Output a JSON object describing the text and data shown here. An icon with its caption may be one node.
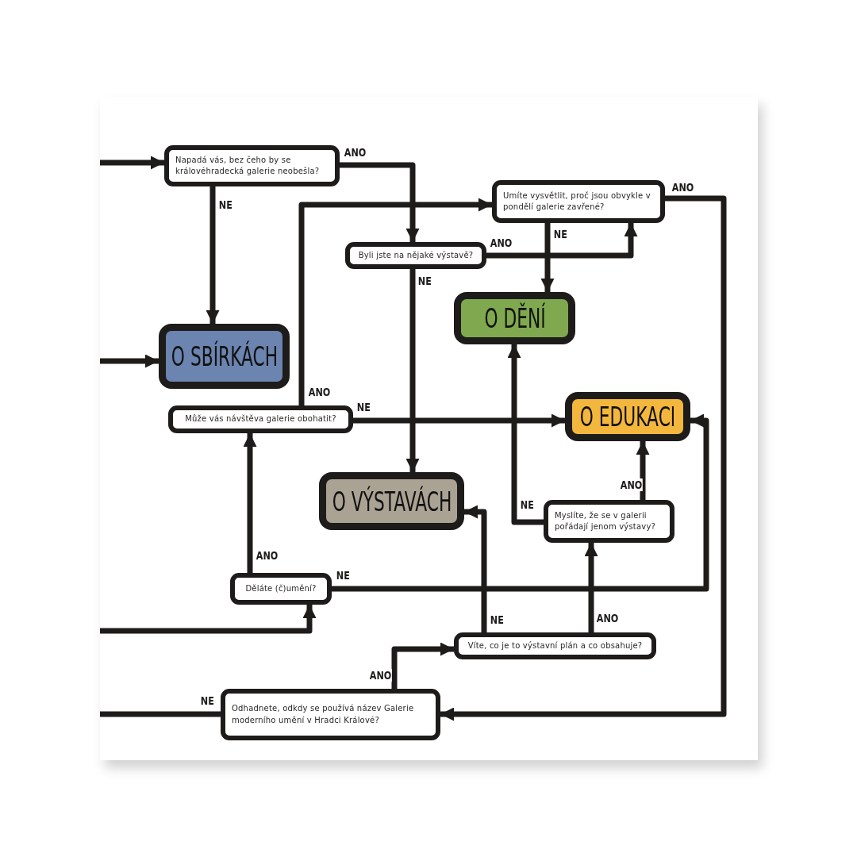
{
  "diagram": {
    "nodes": [
      {
        "text": [
          "Napadá vás, bez čeho by se královéhradecká galerie neobešla?"
        ]
      },
      {
        "text": [
          "Umíte vysvětlit, proč jsou obvykle v pondělí galerie zavřené?"
        ]
      },
      {
        "text": [
          "Byli jste na nějaké výstavě?"
        ]
      },
      {
        "text": [
          "O DĚNÍ"
        ]
      },
      {
        "text": [
          "O SBÍRKÁCH"
        ]
      },
      {
        "text": [
          "Může vás návštěva galerie obohatit?"
        ]
      },
      {
        "text": [
          "O EDUKACI"
        ]
      },
      {
        "text": [
          "O VÝSTAVÁCH"
        ]
      },
      {
        "text": [
          "Myslíte, že se v galerii pořádají jenom výstavy?"
        ]
      },
      {
        "text": [
          "Děláte (č)umění?"
        ]
      },
      {
        "text": [
          "Víte, co je to výstavní plán a co obsahuje?"
        ]
      },
      {
        "text": [
          "Odhadnete, odkdy se používá název Galerie moderního umění v Hradci Králové?"
        ]
      }
    ],
    "edges": [
      {
        "from": null,
        "to": 0,
        "arrow": "to"
      },
      {
        "from": 0,
        "to": 2,
        "arrow": "to",
        "label": "ANO"
      },
      {
        "from": 0,
        "to": 4,
        "arrow": "to",
        "label": "NE"
      },
      {
        "from": null,
        "to": 4,
        "arrow": "to"
      },
      {
        "from": 2,
        "to": 1,
        "arrow": "to",
        "label": "ANO"
      },
      {
        "from": 2,
        "to": 7,
        "arrow": "to",
        "label": "NE"
      },
      {
        "from": 1,
        "to": 3,
        "arrow": "to",
        "label": "NE"
      },
      {
        "from": 1,
        "to": 11,
        "arrow": "to",
        "label": "ANO"
      },
      {
        "from": 5,
        "to": 1,
        "arrow": "to",
        "label": "ANO"
      },
      {
        "from": 5,
        "to": 6,
        "arrow": "to",
        "label": "NE"
      },
      {
        "from": 8,
        "to": 3,
        "arrow": "to",
        "label": "NE"
      },
      {
        "from": 8,
        "to": 6,
        "arrow": "to",
        "label": "ANO"
      },
      {
        "from": 9,
        "to": 5,
        "arrow": "to",
        "label": "ANO"
      },
      {
        "from": 9,
        "to": 6,
        "arrow": "to",
        "label": "NE"
      },
      {
        "from": null,
        "to": 9,
        "arrow": "to"
      },
      {
        "from": 10,
        "to": 7,
        "arrow": "to",
        "label": "NE"
      },
      {
        "from": 10,
        "to": 8,
        "arrow": "to",
        "label": "ANO"
      },
      {
        "from": 11,
        "to": 10,
        "arrow": "to",
        "label": "ANO"
      },
      {
        "from": 11,
        "to": null,
        "arrow": "none",
        "label": "NE"
      }
    ]
  }
}
